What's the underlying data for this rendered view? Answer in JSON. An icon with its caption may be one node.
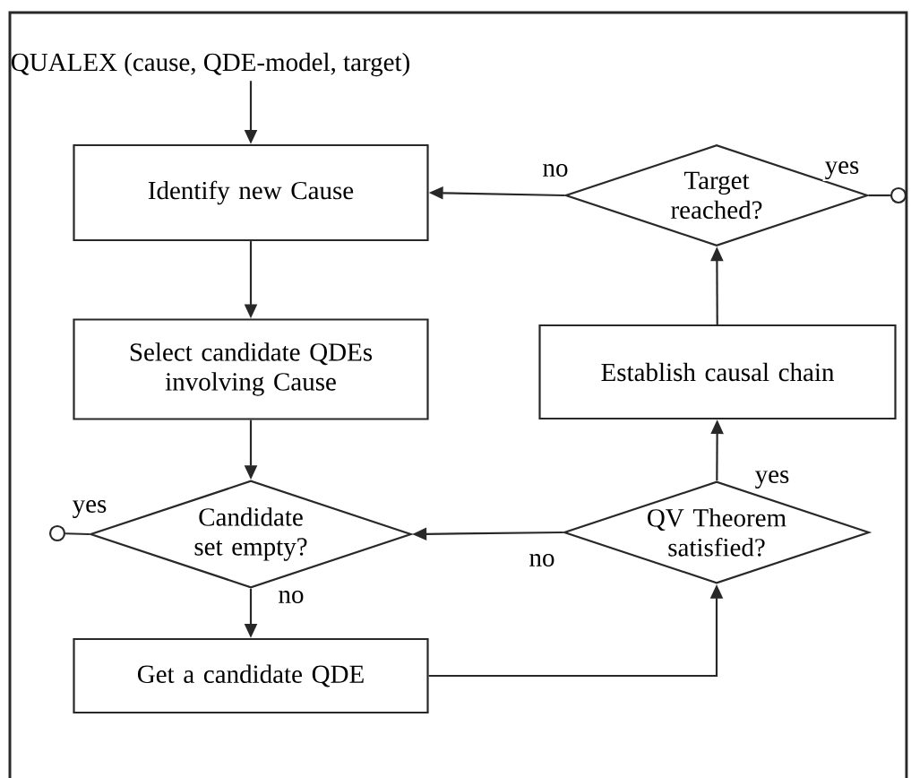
{
  "diagram": {
    "nodes": [
      {
        "text": [
          "QUALEX (cause, QDE-model, target)"
        ]
      },
      {
        "text": [
          "Identify new Cause"
        ]
      },
      {
        "text": [
          "Select candidate QDEs involving Cause"
        ]
      },
      {
        "text": [
          "Candidate set empty?"
        ]
      },
      {
        "text": [
          "Get a candidate QDE"
        ]
      },
      {
        "text": [
          "QV Theorem satisfied?"
        ]
      },
      {
        "text": [
          "Establish causal chain"
        ]
      },
      {
        "text": [
          "Target reached?"
        ]
      },
      {
        "text": [],
        "shape": "circle"
      },
      {
        "text": [],
        "shape": "circle"
      }
    ],
    "edges": [
      {
        "from": 0,
        "to": 1,
        "arrow": "to"
      },
      {
        "from": 1,
        "to": 2,
        "arrow": "to"
      },
      {
        "from": 2,
        "to": 3,
        "arrow": "to"
      },
      {
        "from": 3,
        "to": 9,
        "arrow": "none",
        "label": "yes"
      },
      {
        "from": 3,
        "to": 4,
        "arrow": "to",
        "label": "no"
      },
      {
        "from": 4,
        "to": 5,
        "arrow": "to"
      },
      {
        "from": 5,
        "to": 3,
        "arrow": "to",
        "label": "no"
      },
      {
        "from": 5,
        "to": 6,
        "arrow": "to",
        "label": "yes"
      },
      {
        "from": 6,
        "to": 7,
        "arrow": "to"
      },
      {
        "from": 7,
        "to": 1,
        "arrow": "to",
        "label": "no"
      },
      {
        "from": 7,
        "to": 8,
        "arrow": "none",
        "label": "yes"
      }
    ]
  }
}
